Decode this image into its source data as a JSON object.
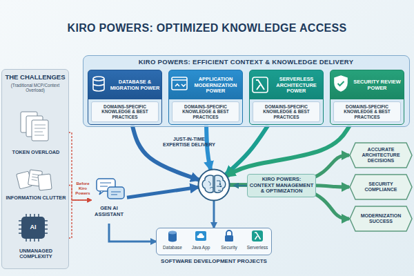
{
  "diagram": {
    "title": "KIRO POWERS: OPTIMIZED KNOWLEDGE ACCESS",
    "nodes": [
      {
        "text": [
          "THE CHALLENGES",
          "(Traditional MCP/Context Overload)"
        ]
      },
      {
        "text": [
          "TOKEN OVERLOAD"
        ],
        "in": 0
      },
      {
        "text": [
          "INFORMATION CLUTTER"
        ],
        "in": 0
      },
      {
        "text": [
          "UNMANAGED COMPLEXITY"
        ],
        "in": 0
      },
      {
        "text": [
          "KIRO POWERS: EFFICIENT CONTEXT & KNOWLEDGE DELIVERY"
        ]
      },
      {
        "text": [
          "DATABASE & MIGRATION POWER",
          "DOMAINS-SPECIFIC KNOWLEDGE & BEST PRACTICES"
        ],
        "in": 4
      },
      {
        "text": [
          "APPLICATION MODERNIZATION POWER",
          "DOMAINS-SPECIFIC KNOWLEDGE & BEST PRACTICES"
        ],
        "in": 4
      },
      {
        "text": [
          "SERVERLESS ARCHITECTURE POWER",
          "DOMAINS-SPECIFIC KNOWLEDGE & BEST PRACTICES"
        ],
        "in": 4
      },
      {
        "text": [
          "SECURITY REVIEW POWER",
          "DOMAINS-SPECIFIC KNOWLEDGE & BEST PRACTICES"
        ],
        "in": 4
      },
      {
        "text": [
          "GEN AI ASSISTANT"
        ]
      },
      {
        "text": [
          "KIRO POWERS: CONTEXT MANAGEMENT & OPTIMIZATION"
        ]
      },
      {
        "text": [
          "ACCURATE ARCHITECTURE DECISIONS"
        ]
      },
      {
        "text": [
          "SECURITY COMPLIANCE"
        ]
      },
      {
        "text": [
          "MODERNIZATION SUCCESS"
        ]
      },
      {
        "text": [
          "SOFTWARE DEVELOPMENT PROJECTS"
        ]
      },
      {
        "text": [
          "Database"
        ],
        "in": 14
      },
      {
        "text": [
          "Java App"
        ],
        "in": 14
      },
      {
        "text": [
          "Security"
        ],
        "in": 14
      },
      {
        "text": [
          "Serverless"
        ],
        "in": 14
      }
    ],
    "edges": [
      {
        "from": 1,
        "to": 9,
        "arrow": "to"
      },
      {
        "from": 2,
        "to": 9,
        "label": "Before Kiro Powers",
        "arrow": "to"
      },
      {
        "from": 3,
        "to": 9,
        "arrow": "to"
      },
      {
        "from": 5,
        "to": 10,
        "arrow": "to"
      },
      {
        "from": 6,
        "to": 10,
        "arrow": "to"
      },
      {
        "from": 7,
        "to": 10,
        "arrow": "to"
      },
      {
        "from": 8,
        "to": 10,
        "arrow": "to"
      },
      {
        "from": 9,
        "to": 10,
        "arrow": "to"
      },
      {
        "from": 10,
        "to": 11,
        "arrow": "to"
      },
      {
        "from": 10,
        "to": 12,
        "arrow": "to"
      },
      {
        "from": 10,
        "to": 13,
        "arrow": "to"
      },
      {
        "from": 10,
        "to": 14,
        "arrow": "to"
      },
      {
        "from": 9,
        "to": 14,
        "arrow": "to"
      }
    ],
    "labels": [
      "JUST-IN-TIME EXPERTISE DELIVERY",
      "AI"
    ]
  }
}
